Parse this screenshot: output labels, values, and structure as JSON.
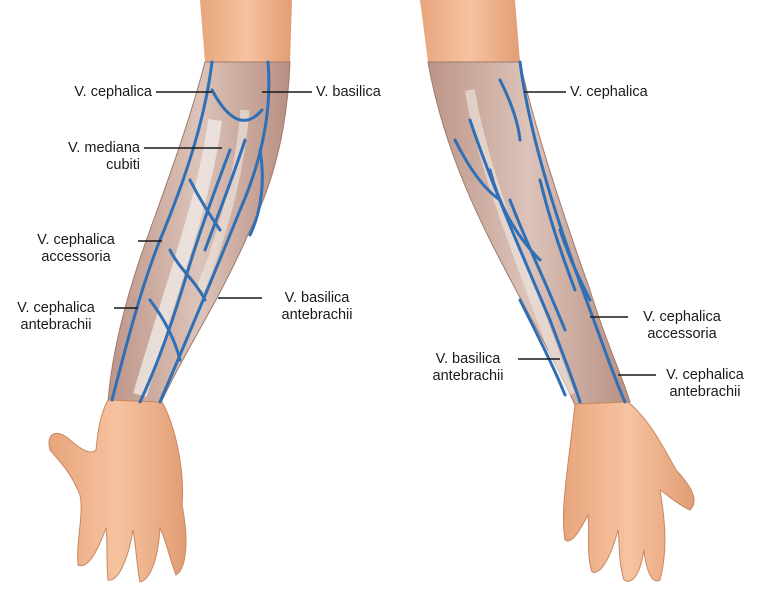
{
  "left_arm": {
    "cephalica": "V. cephalica",
    "basilica": "V. basilica",
    "mediana_line1": "V. mediana",
    "mediana_line2": "cubiti",
    "ceph_acc_line1": "V. cephalica",
    "ceph_acc_line2": "accessoria",
    "ceph_ante_line1": "V. cephalica",
    "ceph_ante_line2": "antebrachii",
    "bas_ante_line1": "V. basilica",
    "bas_ante_line2": "antebrachii"
  },
  "right_arm": {
    "cephalica": "V. cephalica",
    "ceph_acc_line1": "V. cephalica",
    "ceph_acc_line2": "accessoria",
    "bas_ante_line1": "V. basilica",
    "bas_ante_line2": "antebrachii",
    "ceph_ante_line1": "V. cephalica",
    "ceph_ante_line2": "antebrachii"
  },
  "colors": {
    "skin": "#f2b48e",
    "skin_shadow": "#d9946c",
    "muscle": "#c9a79b",
    "tendon": "#ece6e2",
    "vein": "#2f6fb5",
    "vein_dark": "#1e4f8c",
    "leader_line": "#1a1a1a"
  }
}
